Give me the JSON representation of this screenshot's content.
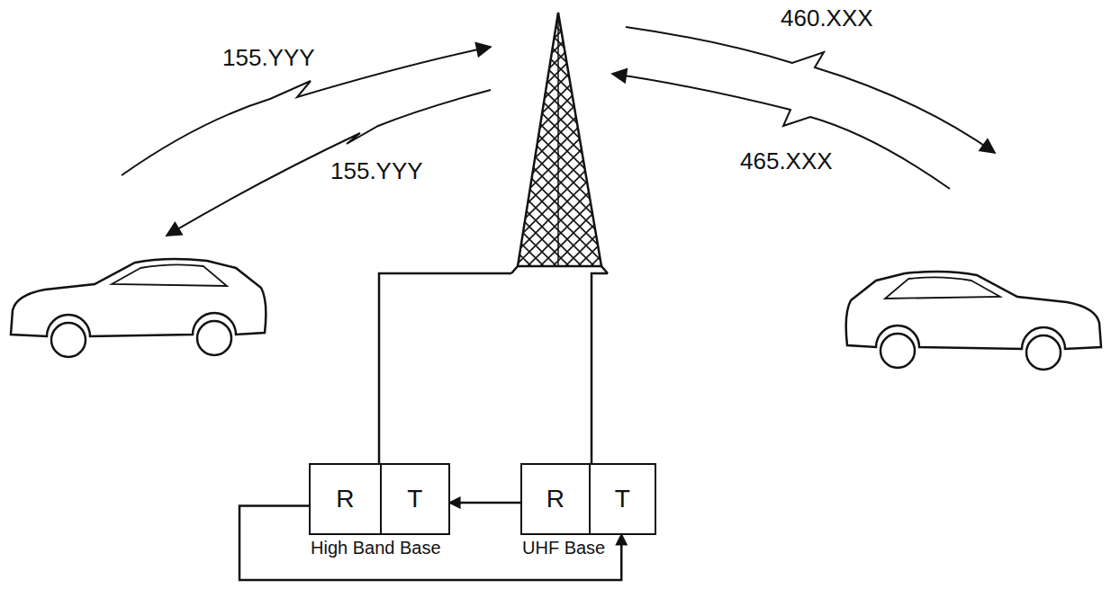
{
  "diagram": {
    "nodes": [
      {
        "text": [
          "High Band Base"
        ]
      },
      {
        "text": [
          "R"
        ],
        "in": 0
      },
      {
        "text": [
          "T"
        ],
        "in": 0
      },
      {
        "text": [
          "UHF Base"
        ]
      },
      {
        "text": [
          "R"
        ],
        "in": 3
      },
      {
        "text": [
          "T"
        ],
        "in": 3
      }
    ],
    "edges": [
      {
        "from": 4,
        "to": 2,
        "arrow": "to"
      },
      {
        "from": 1,
        "to": 5,
        "arrow": "to"
      }
    ],
    "labels": [
      "155.YYY",
      "155.YYY",
      "460.XXX",
      "465.XXX"
    ]
  }
}
